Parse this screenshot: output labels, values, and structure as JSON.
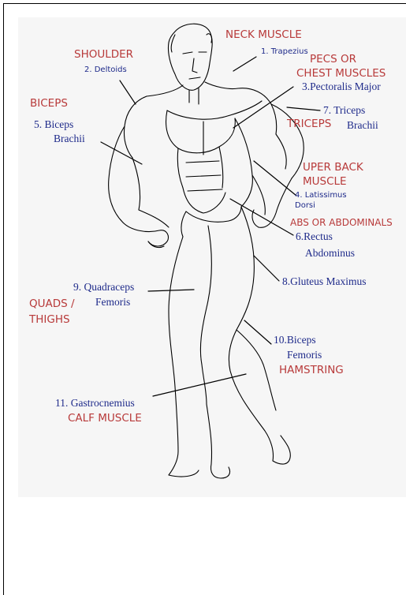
{
  "labels": {
    "neck_muscle": "NECK MUSCLE",
    "trapezius": "1. Trapezius",
    "shoulder": "SHOULDER",
    "deltoids": "2. Deltoids",
    "pecs_line1": "PECS OR",
    "pecs_line2": "CHEST MUSCLES",
    "pectoralis": "3.Pectoralis Major",
    "biceps": "BICEPS",
    "biceps_brachii_1": "5. Biceps",
    "biceps_brachii_2": "Brachii",
    "triceps_brachii_1": "7. Triceps",
    "triceps_brachii_2": "Brachii",
    "triceps": "TRICEPS",
    "upper_back_1": "UPER BACK",
    "upper_back_2": "MUSCLE",
    "latissimus_1": "4. Latissimus",
    "latissimus_2": "Dorsi",
    "abs": "ABS OR ABDOMINALS",
    "rectus_1": "6.Rectus",
    "rectus_2": "Abdominus",
    "quadraceps_1": "9. Quadraceps",
    "quadraceps_2": "Femoris",
    "gluteus": "8.Gluteus Maximus",
    "quads_1": "QUADS /",
    "quads_2": "THIGHS",
    "biceps_femoris_1": "10.Biceps",
    "biceps_femoris_2": "Femoris",
    "hamstring": "HAMSTRING",
    "gastrocnemius": "11. Gastrocnemius",
    "calf": "CALF MUSCLE"
  },
  "colors": {
    "category_text": "#b83a3a",
    "number_text": "#1e2a8a",
    "panel_background": "#f6f6f6",
    "line_art": "#000000"
  }
}
